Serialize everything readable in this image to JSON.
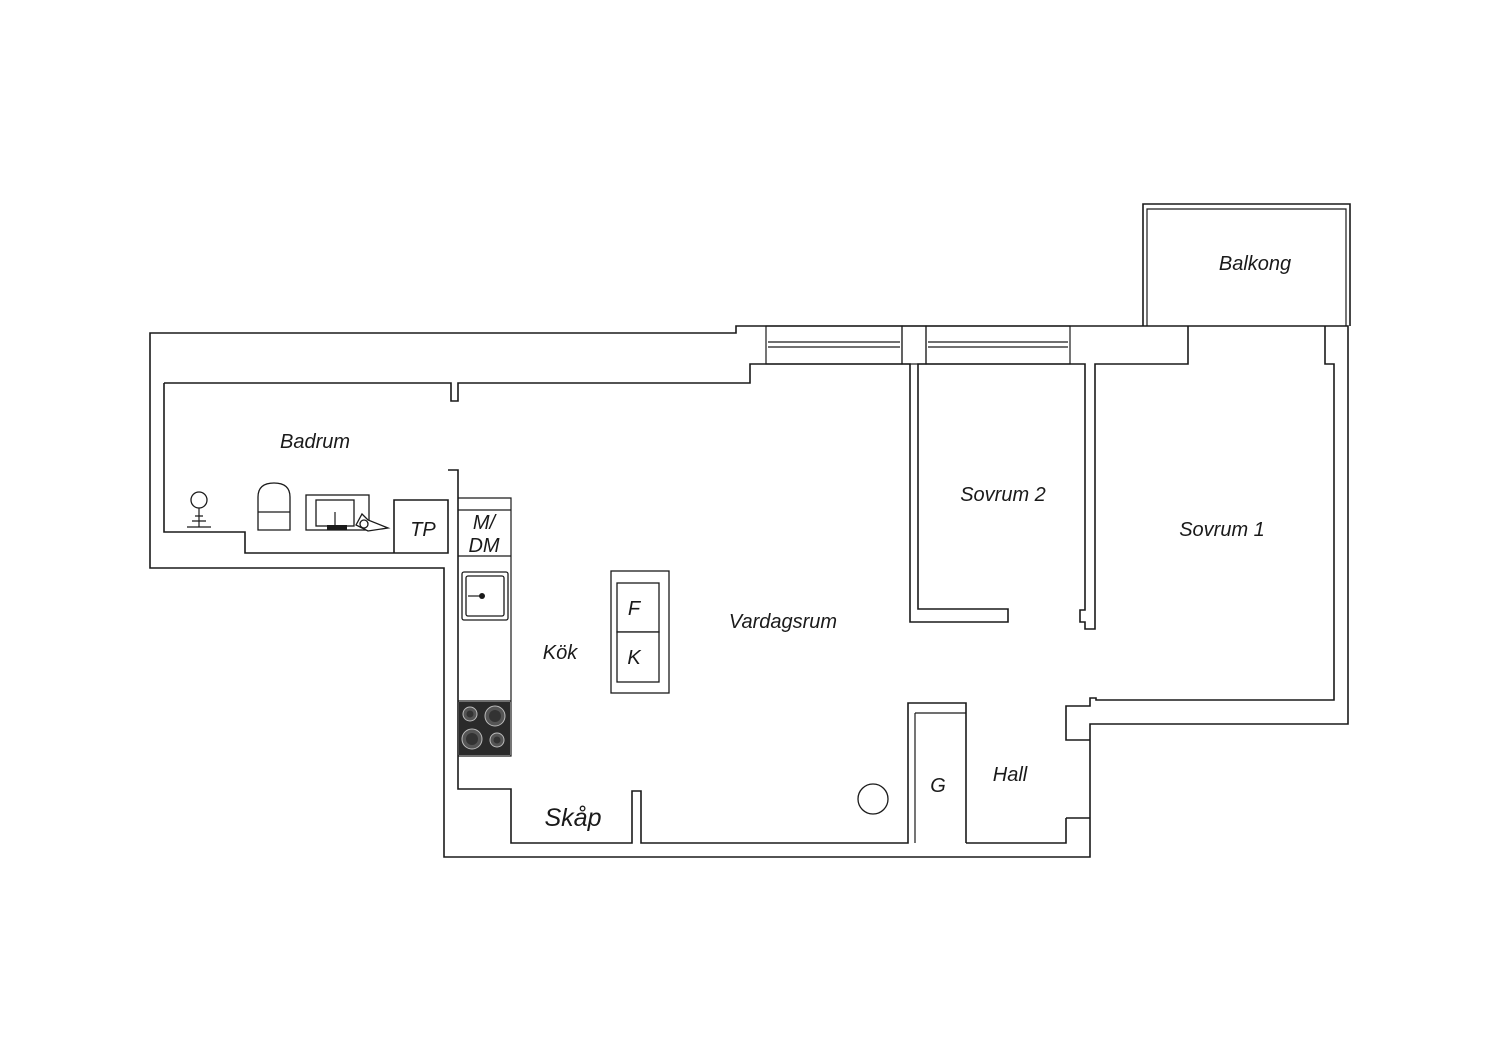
{
  "plan": {
    "rooms": {
      "balkong": "Balkong",
      "badrum": "Badrum",
      "sovrum2": "Sovrum 2",
      "sovrum1": "Sovrum 1",
      "vardagsrum": "Vardagsrum",
      "kok": "Kök",
      "hall": "Hall"
    },
    "fixtures": {
      "tp": "TP",
      "mdm_line1": "M/",
      "mdm_line2": "DM",
      "fridge": "F",
      "freezer": "K",
      "wardrobe_hall": "G",
      "skap": "Skåp"
    },
    "icons": {
      "sink": "sink-icon",
      "stove": "stove-icon",
      "toilet": "toilet-icon",
      "shower": "shower-icon",
      "bathroom_sink": "bathroom-sink-icon",
      "column": "column-icon"
    }
  }
}
